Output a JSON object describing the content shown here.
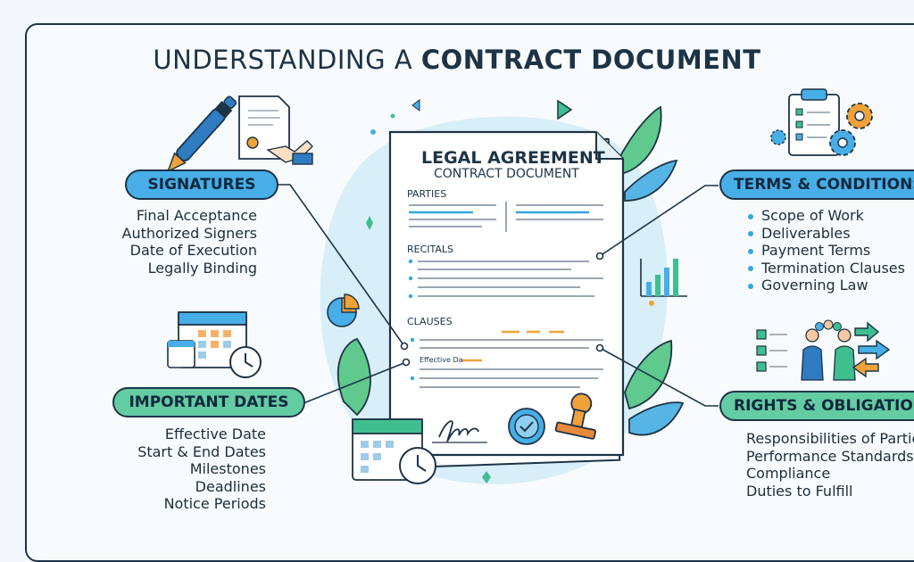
{
  "title": {
    "light": "UNDERSTANDING A ",
    "bold": "CONTRACT DOCUMENT"
  },
  "document": {
    "heading": "LEGAL AGREEMENT",
    "subheading": "CONTRACT DOCUMENT",
    "sections": {
      "parties": "PARTIES",
      "recitals": "RECITALS",
      "clauses": "CLAUSES"
    },
    "effective_label": "Effective Da"
  },
  "signatures": {
    "label": "SIGNATURES",
    "items": [
      "Final Acceptance",
      "Authorized Signers",
      "Date of Execution",
      "Legally Binding"
    ]
  },
  "important_dates": {
    "label": "IMPORTANT DATES",
    "items": [
      "Effective Date",
      "Start & End Dates",
      "Milestones",
      "Deadlines",
      "Notice Periods"
    ]
  },
  "terms": {
    "label": "TERMS & CONDITIONS",
    "items": [
      "Scope of Work",
      "Deliverables",
      "Payment Terms",
      "Termination Clauses",
      "Governing Law"
    ]
  },
  "rights": {
    "label": "RIGHTS & OBLIGATIONS",
    "items": [
      "Responsibilities of Parties",
      "Performance Standards",
      "Compliance",
      "Duties to Fulfill"
    ]
  },
  "colors": {
    "blue_pill": "#47aee8",
    "green_pill": "#63cca3",
    "dark": "#1d3346",
    "accent_orange": "#f0a23a",
    "accent_blue": "#36a6de"
  },
  "icons": [
    "fountain-pen-icon",
    "signing-document-icon",
    "clipboard-checklist-icon",
    "gears-icon",
    "calendar-clock-icon",
    "bar-chart-icon",
    "pie-chart-icon",
    "teamwork-handshake-icon",
    "arrows-icon",
    "seal-icon",
    "stamp-icon",
    "leaf-icon",
    "play-icon"
  ]
}
